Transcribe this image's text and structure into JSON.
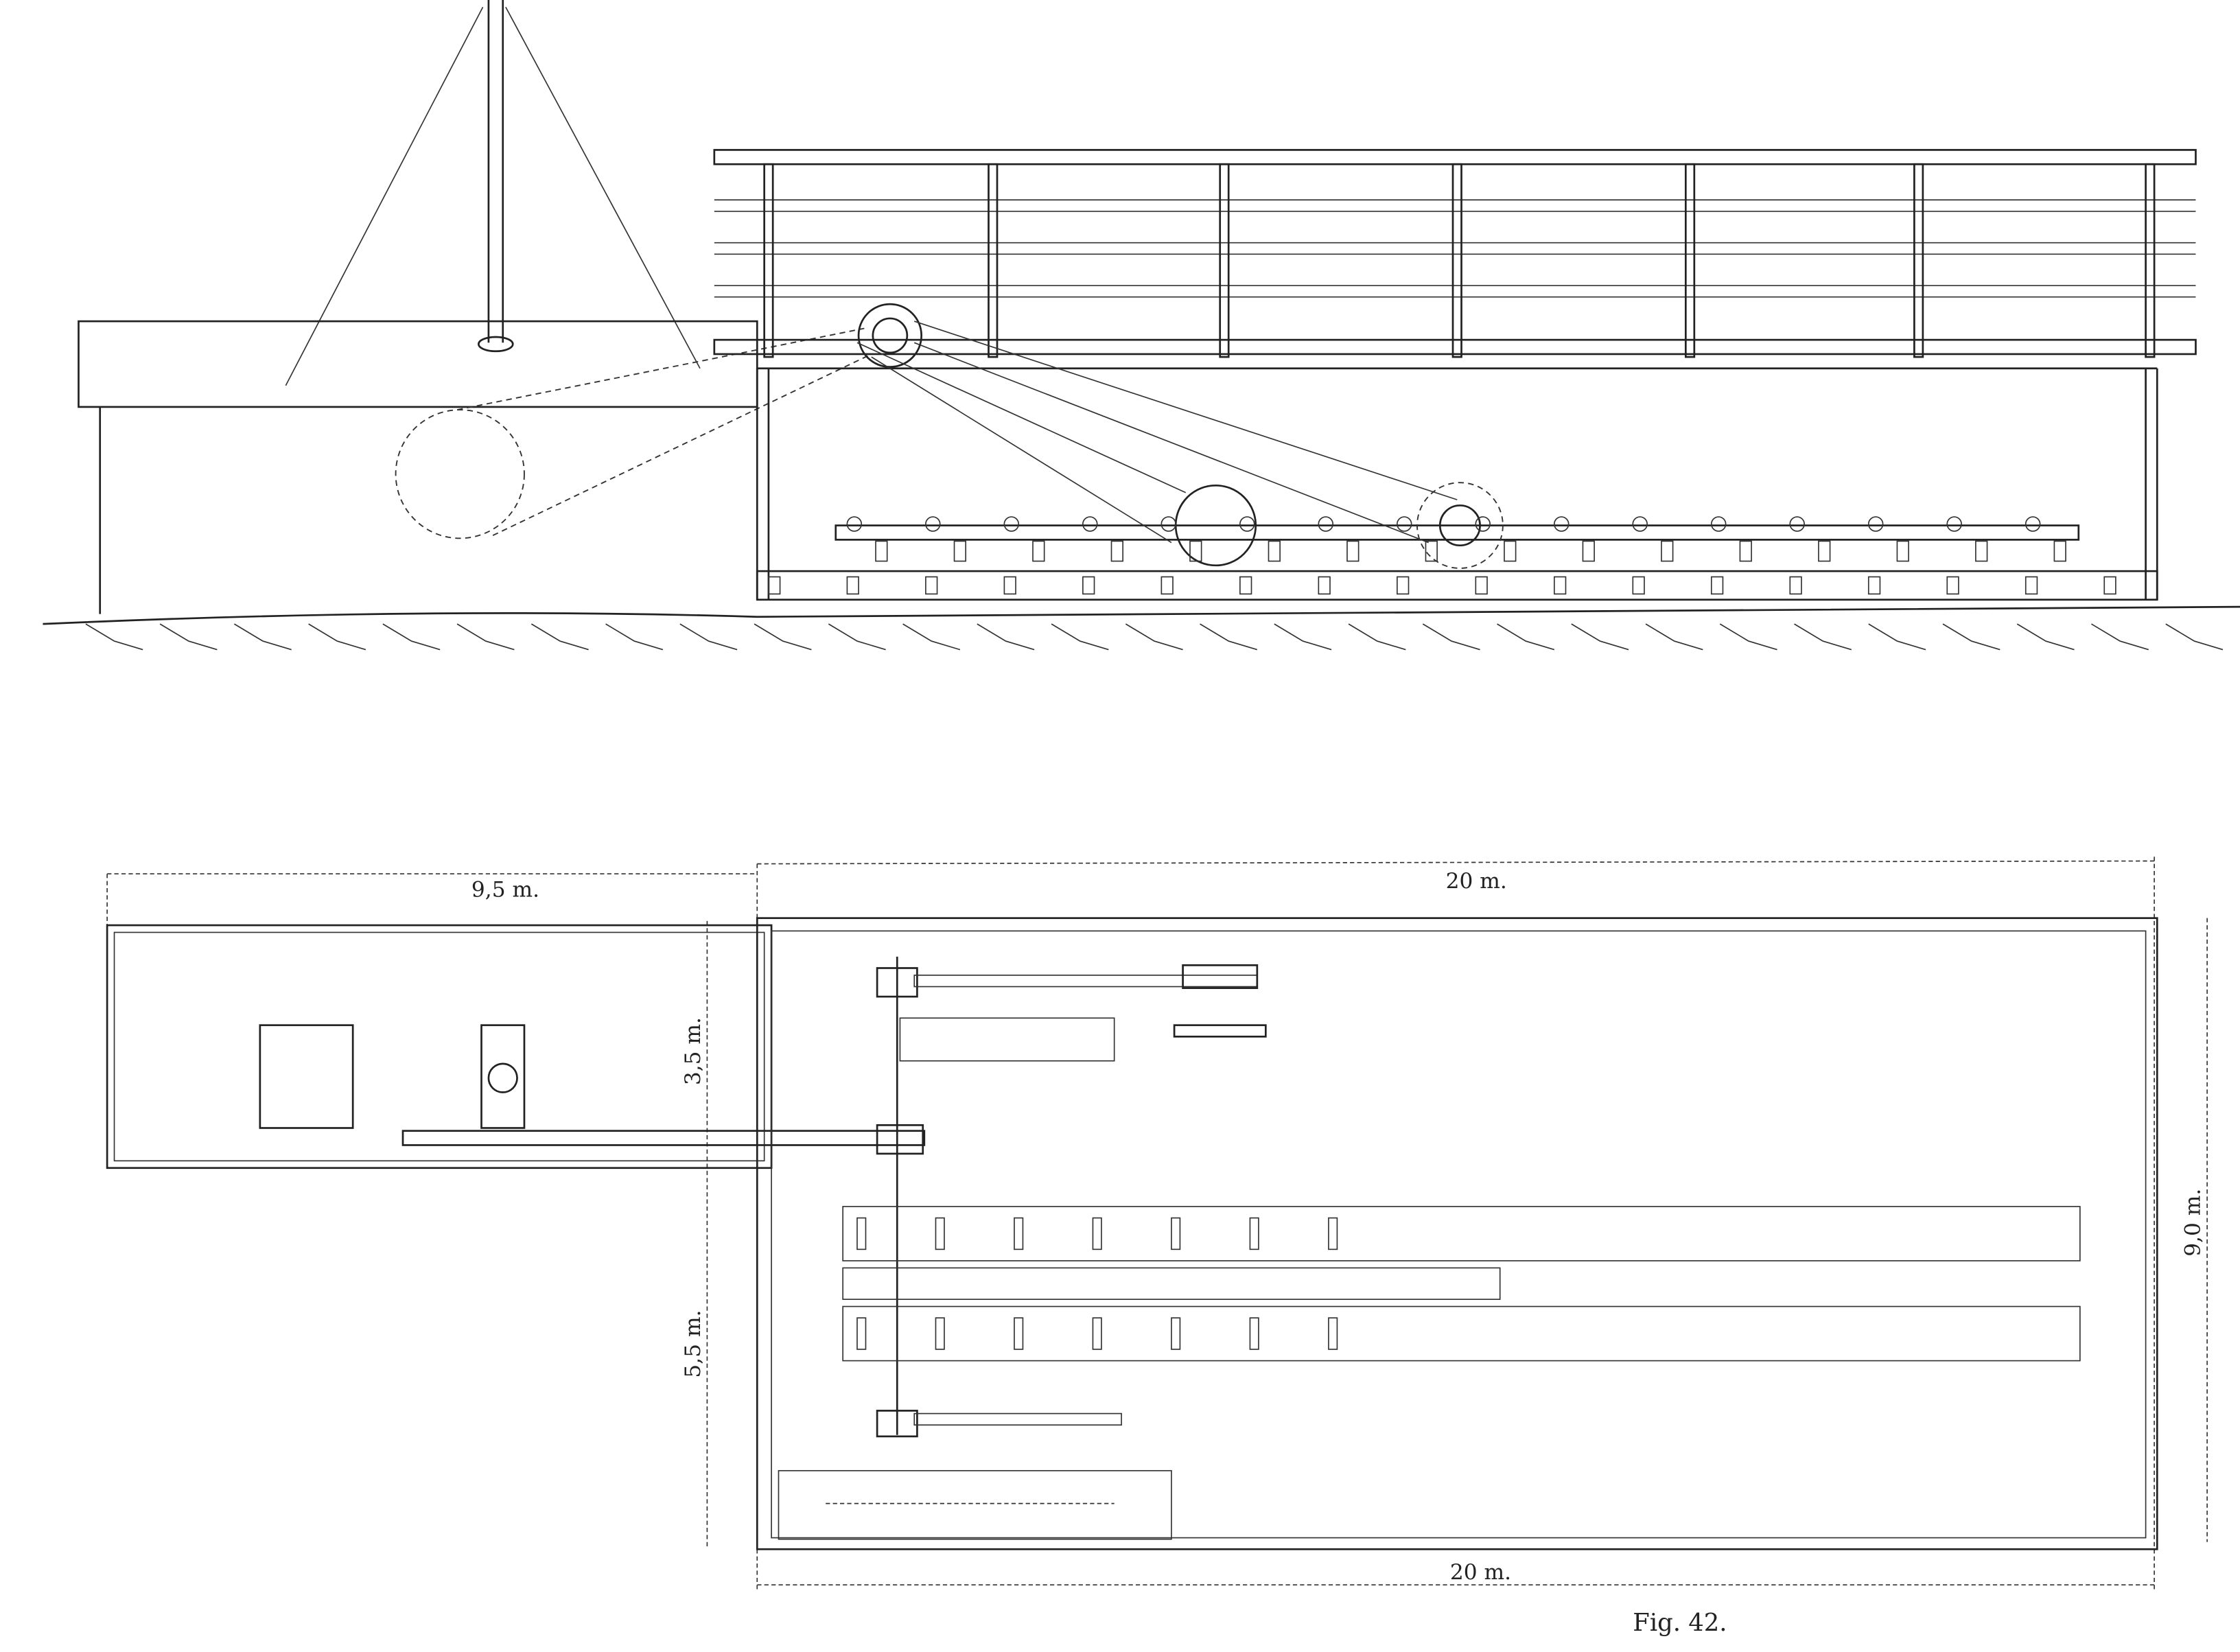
{
  "figure_caption": "Fig. 42.",
  "plan_dimensions": {
    "top_left_width": "9,5 m.",
    "top_main_width": "20 m.",
    "left_height_upper": "3,5 m.",
    "left_height_lower": "5,5 m.",
    "right_height": "9,0 m.",
    "bottom_width": "20 m."
  }
}
